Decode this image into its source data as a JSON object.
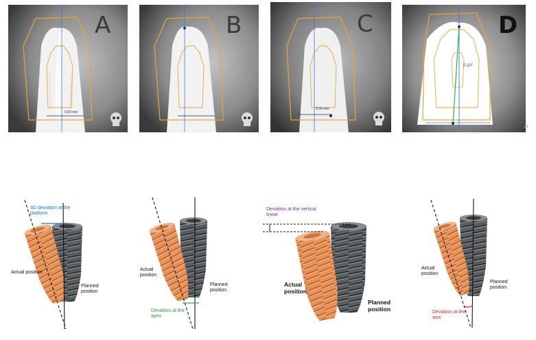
{
  "panels": [
    {
      "label": "A",
      "measurement": "0.00 mm"
    },
    {
      "label": "B",
      "measurement": ""
    },
    {
      "label": "C",
      "measurement": "0.00 mm"
    },
    {
      "label": "D",
      "measurement": "0.10°"
    }
  ],
  "diagrams": [
    {
      "deviation_label": "3D deviation at the platform",
      "actual_label": "Actual position",
      "planned_label": "Planned position"
    },
    {
      "deviation_label": "Deviation at the apex",
      "actual_label": "Actual position",
      "planned_label": "Planned position"
    },
    {
      "deviation_label": "Deviation at the vertical linear",
      "actual_label": "Actual position",
      "planned_label": "Planned position"
    },
    {
      "deviation_label": "Deviation at the axis",
      "actual_label": "Actual position",
      "planned_label": "Planned position"
    }
  ],
  "colors": {
    "outline": "#e8a33a",
    "axis_blue": "#3a78d8",
    "axis_green": "#29b04a",
    "actual_implant": "#e8925a",
    "planned_implant": "#4a4d50"
  },
  "icons": [
    "skull-icon",
    "return-arrow-icon"
  ]
}
